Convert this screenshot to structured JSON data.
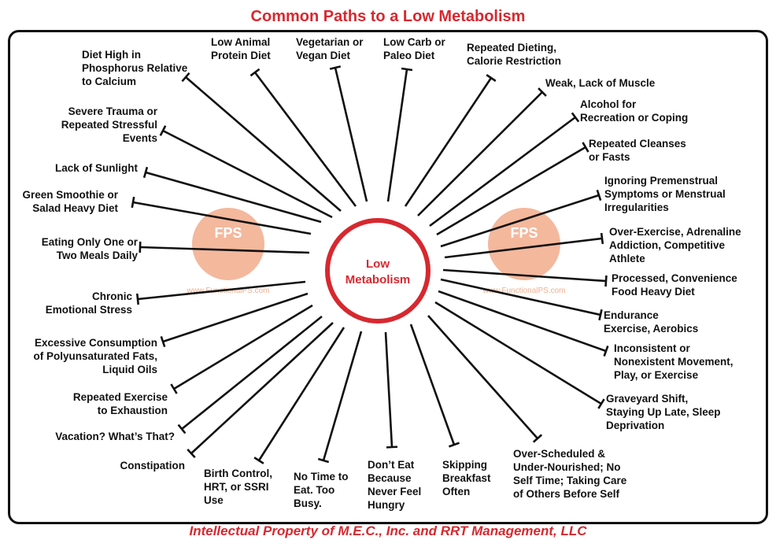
{
  "title": "Common Paths to a Low Metabolism",
  "footer": "Intellectual Property of M.E.C., Inc. and RRT Management, LLC",
  "center": {
    "line1": "Low",
    "line2": "Metabolism"
  },
  "watermark": {
    "logo_text": "FPS",
    "url": "www.FunctionalPS.com"
  },
  "colors": {
    "accent": "#d7282f",
    "watermark": "#f0a07c",
    "line": "#111111"
  },
  "paths": [
    {
      "id": "phosphorus",
      "lines": [
        "Diet High in",
        "Phosphorus Relative",
        "to Calcium"
      ]
    },
    {
      "id": "low-animal-protein",
      "lines": [
        "Low Animal",
        "Protein Diet"
      ]
    },
    {
      "id": "vegetarian",
      "lines": [
        "Vegetarian or",
        "Vegan Diet"
      ]
    },
    {
      "id": "low-carb",
      "lines": [
        "Low Carb or",
        "Paleo Diet"
      ]
    },
    {
      "id": "repeated-dieting",
      "lines": [
        "Repeated Dieting,",
        "Calorie Restriction"
      ]
    },
    {
      "id": "lack-of-muscle",
      "lines": [
        "Weak, Lack of Muscle"
      ]
    },
    {
      "id": "alcohol",
      "lines": [
        "Alcohol for",
        "Recreation or Coping"
      ]
    },
    {
      "id": "cleanses",
      "lines": [
        "Repeated Cleanses",
        "or Fasts"
      ]
    },
    {
      "id": "premenstrual",
      "lines": [
        "Ignoring Premenstrual",
        "Symptoms or Menstrual",
        "Irregularities"
      ]
    },
    {
      "id": "over-exercise",
      "lines": [
        "Over-Exercise, Adrenaline",
        "Addiction, Competitive",
        "Athlete"
      ]
    },
    {
      "id": "processed-food",
      "lines": [
        "Processed, Convenience",
        "Food Heavy Diet"
      ]
    },
    {
      "id": "endurance",
      "lines": [
        "Endurance",
        "Exercise, Aerobics"
      ]
    },
    {
      "id": "movement",
      "lines": [
        "Inconsistent or",
        "Nonexistent Movement,",
        "Play, or Exercise"
      ]
    },
    {
      "id": "graveyard",
      "lines": [
        "Graveyard Shift,",
        "Staying Up Late, Sleep",
        "Deprivation"
      ]
    },
    {
      "id": "over-scheduled",
      "lines": [
        "Over-Scheduled &",
        "Under-Nourished; No",
        "Self Time; Taking Care",
        "of Others Before Self"
      ]
    },
    {
      "id": "skipping-breakfast",
      "lines": [
        "Skipping",
        "Breakfast",
        "Often"
      ]
    },
    {
      "id": "dont-eat",
      "lines": [
        "Don’t Eat",
        "Because",
        "Never Feel",
        "Hungry"
      ]
    },
    {
      "id": "no-time",
      "lines": [
        "No Time to",
        "Eat. Too",
        "Busy."
      ]
    },
    {
      "id": "birth-control",
      "lines": [
        "Birth Control,",
        "HRT, or SSRI",
        "Use"
      ]
    },
    {
      "id": "constipation",
      "lines": [
        "Constipation"
      ]
    },
    {
      "id": "vacation",
      "lines": [
        "Vacation? What’s That?"
      ]
    },
    {
      "id": "exercise-exhaustion",
      "lines": [
        "Repeated Exercise",
        "to Exhaustion"
      ]
    },
    {
      "id": "pufa",
      "lines": [
        "Excessive Consumption",
        "of Polyunsaturated Fats,",
        "Liquid Oils"
      ]
    },
    {
      "id": "emotional-stress",
      "lines": [
        "Chronic",
        "Emotional Stress"
      ]
    },
    {
      "id": "one-two-meals",
      "lines": [
        "Eating Only One or",
        "Two Meals Daily"
      ]
    },
    {
      "id": "green-smoothie",
      "lines": [
        "Green Smoothie or",
        "Salad Heavy Diet"
      ]
    },
    {
      "id": "sunlight",
      "lines": [
        "Lack of Sunlight"
      ]
    },
    {
      "id": "trauma",
      "lines": [
        "Severe Trauma or",
        "Repeated Stressful",
        "Events"
      ]
    }
  ]
}
